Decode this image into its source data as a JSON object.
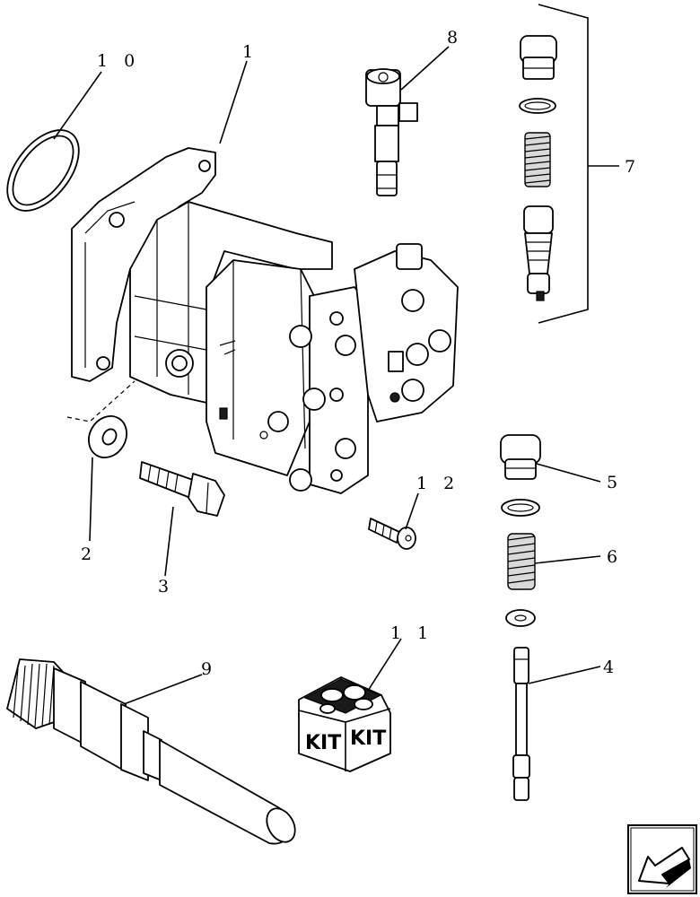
{
  "callouts": {
    "c1": "1",
    "c2": "2",
    "c3": "3",
    "c4": "4",
    "c5": "5",
    "c6": "6",
    "c7": "7",
    "c8": "8",
    "c9": "9",
    "c10": "1 0",
    "c11": "1 1",
    "c12": "1 2"
  },
  "kit": {
    "left_label": "KIT",
    "right_label": "KIT"
  },
  "nav": {
    "icon": "arrow-back-icon"
  }
}
